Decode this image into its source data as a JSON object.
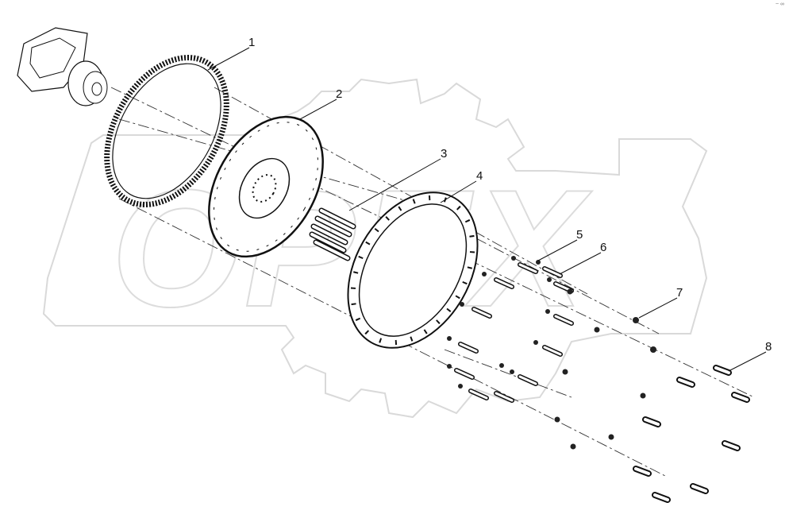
{
  "watermark": "OPEX",
  "corner_mark": "~ ∞",
  "callouts": [
    {
      "id": "1",
      "label": "1"
    },
    {
      "id": "2",
      "label": "2"
    },
    {
      "id": "3",
      "label": "3"
    },
    {
      "id": "4",
      "label": "4"
    },
    {
      "id": "5",
      "label": "5"
    },
    {
      "id": "6",
      "label": "6"
    },
    {
      "id": "7",
      "label": "7"
    },
    {
      "id": "8",
      "label": "8"
    }
  ]
}
